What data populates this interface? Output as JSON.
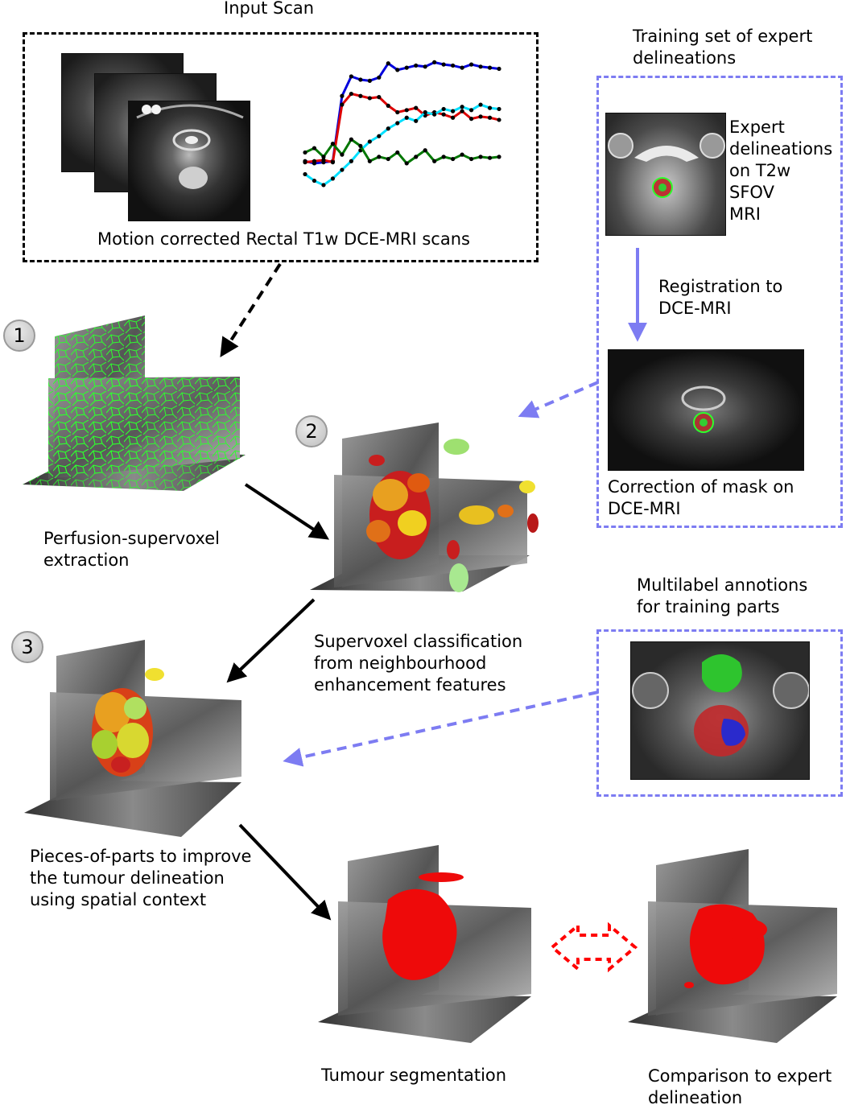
{
  "labels": {
    "input_scan": "Input Scan",
    "motion_corrected": "Motion corrected Rectal T1w DCE-MRI scans",
    "training_set_1": "Training set of expert",
    "training_set_2": "delineations",
    "expert_1": "Expert",
    "expert_2": "delineations",
    "expert_3": "on T2w",
    "expert_4": "SFOV",
    "expert_5": "MRI",
    "registration_1": "Registration to",
    "registration_2": "DCE-MRI",
    "correction_1": "Correction of mask on",
    "correction_2": "DCE-MRI",
    "perfusion_1": "Perfusion-supervoxel",
    "perfusion_2": "extraction",
    "classification_1": "Supervoxel classification",
    "classification_2": "from neighbourhood",
    "classification_3": "enhancement features",
    "multilabel_1": "Multilabel annotions",
    "multilabel_2": "for training parts",
    "pieces_1": "Pieces-of-parts to improve",
    "pieces_2": "the tumour delineation",
    "pieces_3": "using spatial context",
    "tumour_seg": "Tumour segmentation",
    "comparison_1": "Comparison to expert",
    "comparison_2": "delineation"
  },
  "steps": {
    "s1": "1",
    "s2": "2",
    "s3": "3"
  },
  "colors": {
    "black_dash": "#000000",
    "blue_dash": "#7d7cf2",
    "red_dash": "#ff0000",
    "supervoxel_green": "#2dff2d",
    "tumour_red": "#e60000"
  },
  "chart_data": {
    "type": "line",
    "series": [
      {
        "color": "#0000dd",
        "values": [
          10,
          8,
          9,
          10,
          70,
          88,
          85,
          84,
          87,
          100,
          94,
          96,
          98,
          97,
          101,
          99,
          98,
          96,
          99,
          97,
          96,
          95
        ]
      },
      {
        "color": "#dd0000",
        "values": [
          9,
          10,
          11,
          9,
          62,
          72,
          70,
          68,
          69,
          61,
          55,
          57,
          59,
          52,
          55,
          53,
          50,
          56,
          49,
          51,
          50,
          48
        ]
      },
      {
        "color": "#00e0ff",
        "values": [
          -2,
          -8,
          -12,
          -6,
          2,
          10,
          20,
          28,
          33,
          40,
          45,
          50,
          47,
          55,
          53,
          58,
          56,
          60,
          57,
          62,
          59,
          58
        ]
      },
      {
        "color": "#007700",
        "values": [
          18,
          22,
          14,
          26,
          16,
          30,
          24,
          10,
          14,
          12,
          18,
          8,
          14,
          20,
          10,
          14,
          12,
          16,
          12,
          14,
          13,
          14
        ]
      }
    ]
  }
}
